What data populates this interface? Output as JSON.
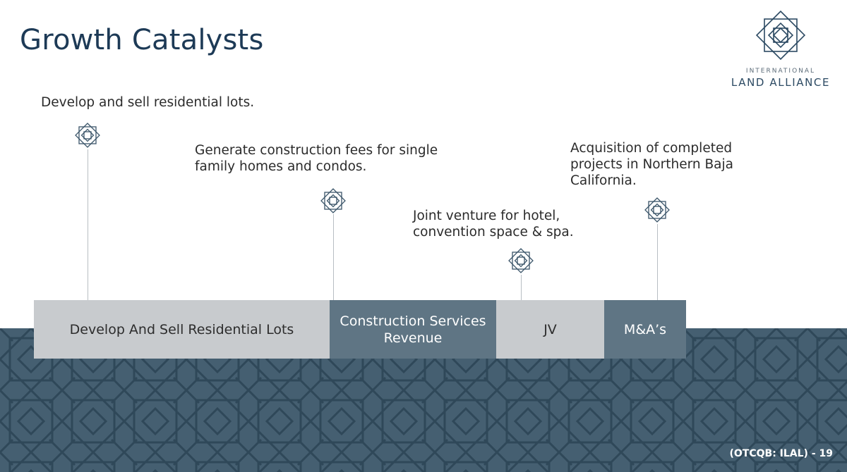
{
  "title": "Growth Catalysts",
  "logo": {
    "line1": "INTERNATIONAL",
    "line2": "LAND ALLIANCE"
  },
  "captions": {
    "develop": "Develop and sell residential lots.",
    "construction_l1": "Generate construction fees for single",
    "construction_l2": "family homes and condos.",
    "jv_l1": "Joint venture for hotel,",
    "jv_l2": "convention space & spa.",
    "ma_l1": "Acquisition of completed",
    "ma_l2": "projects in Northern Baja",
    "ma_l3": "California."
  },
  "segments": {
    "develop": "Develop And Sell Residential Lots",
    "construction_l1": "Construction Services",
    "construction_l2": "Revenue",
    "jv": "JV",
    "ma": "M&A’s"
  },
  "footer": "(OTCQB: ILAL) - 19",
  "colors": {
    "title": "#1d3a56",
    "pattern_bg": "#455f71",
    "pattern_line": "#2f4859",
    "segment_light": "#c8cbce",
    "segment_dark": "#5f7584"
  },
  "icons": {
    "milestone": "diamond-knot-icon",
    "logo": "logo-knot-icon"
  }
}
